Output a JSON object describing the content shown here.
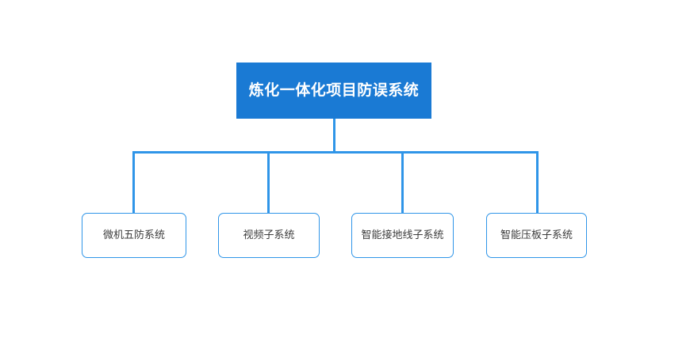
{
  "diagram": {
    "type": "tree",
    "orientation": "top-down",
    "colors": {
      "root_fill": "#1a7ad4",
      "root_text": "#ffffff",
      "node_border": "#2f95e8",
      "node_fill": "#ffffff",
      "node_text": "#3c3c3c",
      "connector": "#2f95e8",
      "canvas_background": "#ffffff"
    },
    "root": {
      "label": "炼化一体化项目防误系统"
    },
    "children": [
      {
        "label": "微机五防系统"
      },
      {
        "label": "视频子系统"
      },
      {
        "label": "智能接地线子系统"
      },
      {
        "label": "智能压板子系统"
      }
    ]
  }
}
